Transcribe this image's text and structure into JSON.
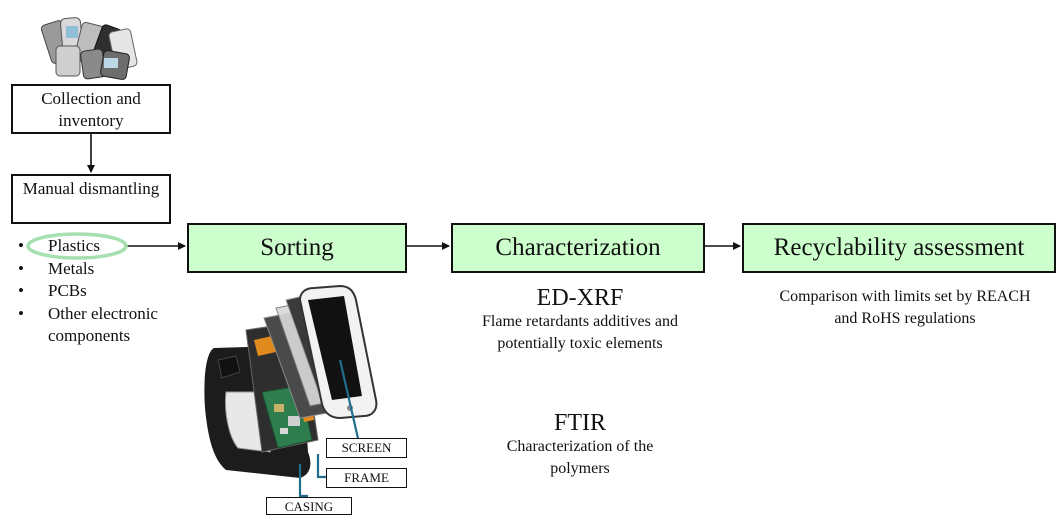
{
  "steps": {
    "collection": "Collection and inventory",
    "dismantling": "Manual dismantling",
    "sorting": "Sorting",
    "characterization": "Characterization",
    "recyclability": "Recyclability assessment"
  },
  "components": [
    "Plastics",
    "Metals",
    "PCBs",
    "Other electronic components"
  ],
  "methods": {
    "edxrf": {
      "title": "ED-XRF",
      "desc": "Flame retardants additives and potentially toxic elements"
    },
    "ftir": {
      "title": "FTIR",
      "desc": "Characterization of the polymers"
    }
  },
  "assessment_note": "Comparison with limits set by REACH and RoHS regulations",
  "phone_parts": {
    "screen": "SCREEN",
    "frame": "FRAME",
    "casing": "CASING"
  },
  "colors": {
    "step_fill": "#ccffcc",
    "highlight_ring": "#a6dfb0",
    "leader_line": "#1f6e8c"
  },
  "icons": {
    "phones": "pile-of-old-phones-icon",
    "exploded": "exploded-smartphone-icon"
  }
}
